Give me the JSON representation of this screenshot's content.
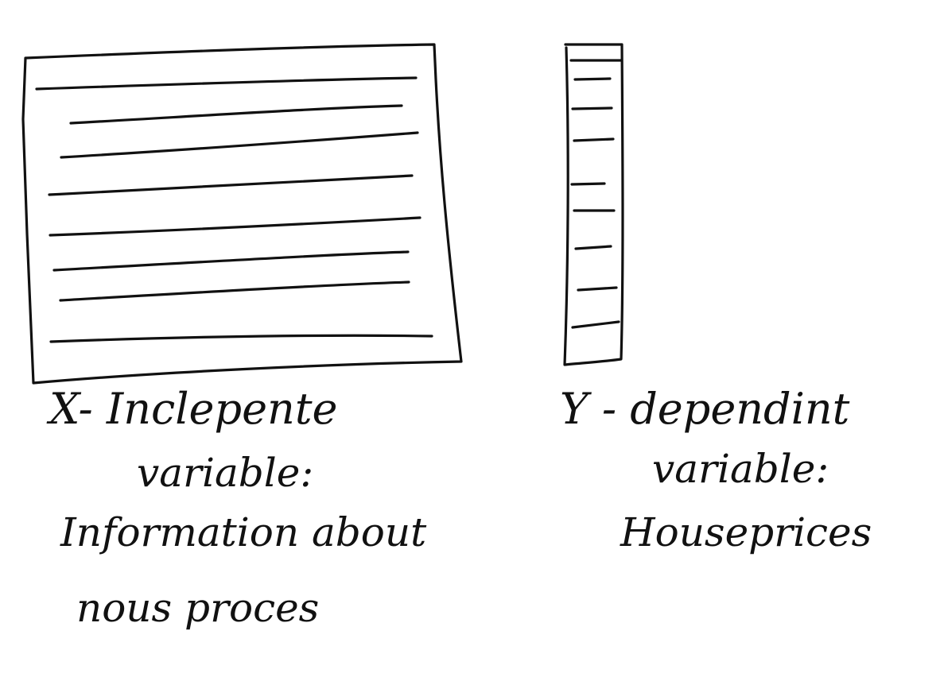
{
  "x_label": {
    "title": "X- Inclepente",
    "subtitle": "variable:",
    "line1": "Information about",
    "line2": "nous proces"
  },
  "y_label": {
    "title": "Y - dependint",
    "subtitle": "variable:",
    "line1": "Houseprices"
  },
  "colors": {
    "ink": "#111111",
    "paper": "#ffffff"
  }
}
